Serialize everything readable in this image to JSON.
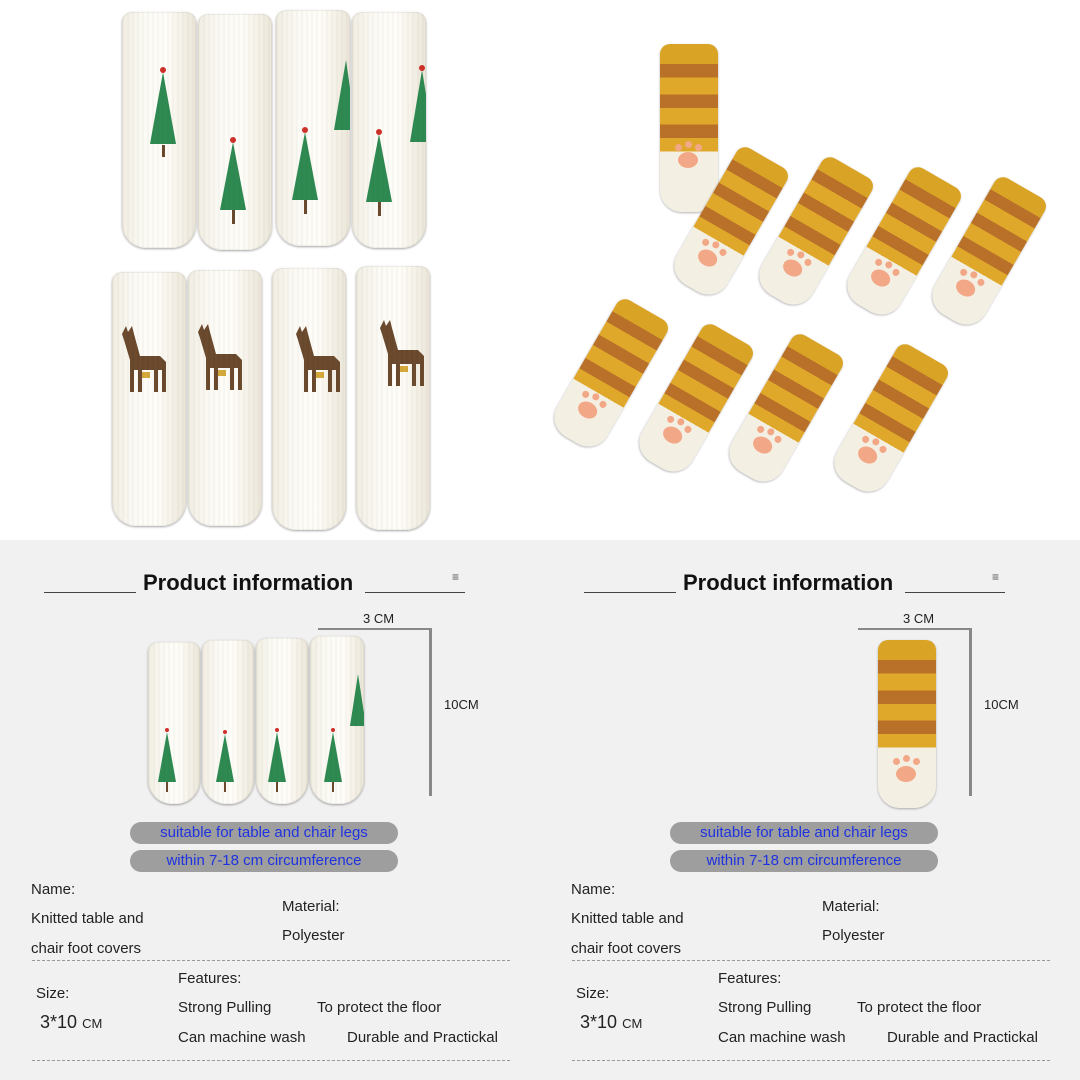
{
  "panels": [
    {
      "title": "Product information",
      "menu_icon": "menu-lines-icon",
      "dim_width": "3 CM",
      "dim_height": "10CM",
      "pill_1": "suitable for table and chair legs",
      "pill_2": "within  7-18 cm circumference",
      "name_label": "Name:",
      "name_value_1": "Knitted table and",
      "name_value_2": "chair foot covers",
      "material_label": "Material:",
      "material_value": "Polyester",
      "size_label": "Size:",
      "size_value": "3*10",
      "size_unit": "CM",
      "features_label": "Features:",
      "feature_1": "Strong Pulling",
      "feature_2": "To protect the floor",
      "feature_3": "Can machine wash",
      "feature_4": "Durable and Practickal"
    },
    {
      "title": "Product information",
      "menu_icon": "menu-lines-icon",
      "dim_width": "3 CM",
      "dim_height": "10CM",
      "pill_1": "suitable for table and chair legs",
      "pill_2": "within  7-18 cm circumference",
      "name_label": "Name:",
      "name_value_1": "Knitted table and",
      "name_value_2": "chair foot covers",
      "material_label": "Material:",
      "material_value": "Polyester",
      "size_label": "Size:",
      "size_value": "3*10",
      "size_unit": "CM",
      "features_label": "Features:",
      "feature_1": "Strong Pulling",
      "feature_2": "To protect the floor",
      "feature_3": "Can machine wash",
      "feature_4": "Durable and Practickal"
    }
  ],
  "colors": {
    "pill_text": "#1f33e0",
    "pill_bg": "#9e9e9e",
    "panel_bg": "#f1f1f1",
    "cat_orange": "#e0a82a",
    "cat_stripe": "#b97028",
    "tree_green": "#2f8a52",
    "deer_brown": "#6b4a2e"
  }
}
